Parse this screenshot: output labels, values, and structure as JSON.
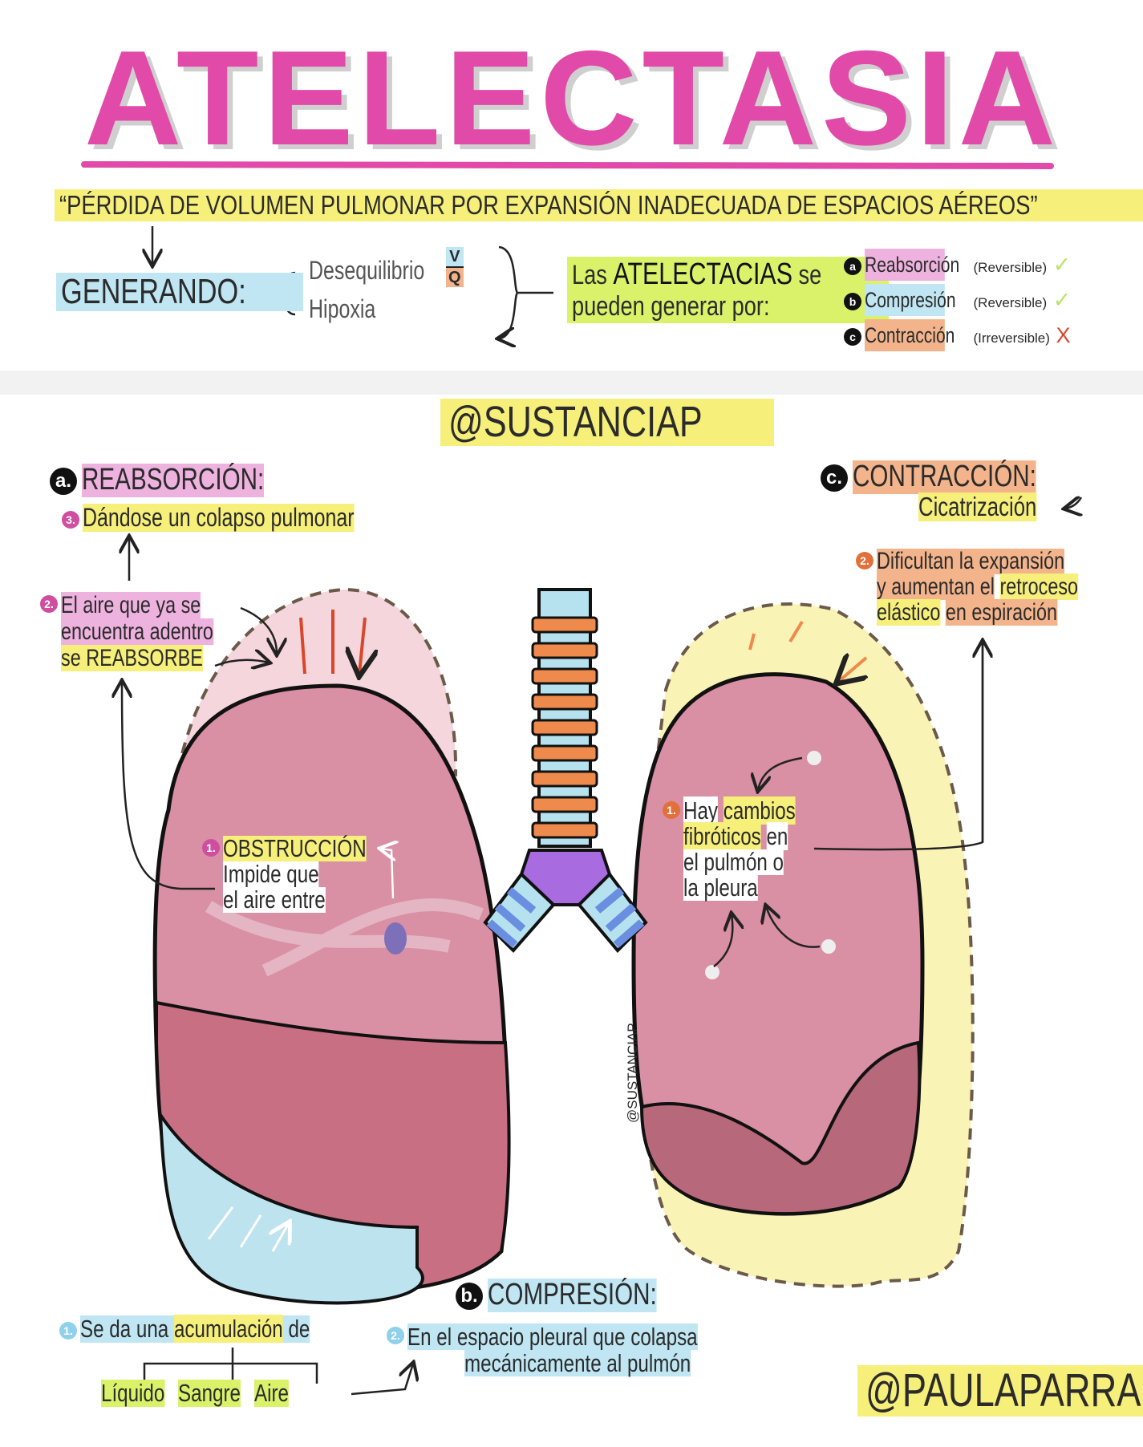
{
  "title": "ATELECTASIA",
  "definition": "“PÉRDIDA DE VOLUMEN PULMONAR POR EXPANSIÓN INADECUADA DE  ESPACIOS AÉREOS”",
  "generando": {
    "label": "GENERANDO:",
    "items": [
      "Desequilibrio",
      "Hipoxia"
    ],
    "ratio_top": "V",
    "ratio_bottom": "Q"
  },
  "causes_intro": {
    "pre": "Las",
    "strong": "ATELECTACIAS",
    "post": "se",
    "line2": "pueden generar por:"
  },
  "causes": [
    {
      "bullet": "a",
      "label": "Reabsorción",
      "note": "(Reversible)",
      "mark": "✓"
    },
    {
      "bullet": "b",
      "label": "Compresión",
      "note": "(Reversible)",
      "mark": "✓"
    },
    {
      "bullet": "c",
      "label": "Contracción",
      "note": "(Irreversible)",
      "mark": "X"
    }
  ],
  "watermark_top": "@SUSTANCIAP",
  "watermark_vertical": "@SUSTANCIAP",
  "reabsorcion": {
    "bullet": "a.",
    "heading": "REABSORCIÓN:",
    "step3_num": "3.",
    "step3": "Dándose un colapso pulmonar",
    "step2_num": "2.",
    "step2_lines": [
      "El aire que ya se",
      "encuentra adentro",
      "se REABSORBE"
    ],
    "step1_num": "1.",
    "step1_title": "OBSTRUCCIÓN",
    "step1_lines": [
      "Impide que",
      "el aire entre"
    ]
  },
  "contraccion": {
    "bullet": "c.",
    "heading": "CONTRACCIÓN:",
    "sub": "Cicatrización",
    "step2_num": "2.",
    "step2_lines": [
      "Dificultan la expansión",
      "y aumentan el",
      "retroceso",
      "elástico",
      "en espiración"
    ],
    "step1_num": "1.",
    "step1_lines": [
      "Hay",
      "cambios",
      "fibróticos",
      "en",
      "el pulmón o",
      "la pleura"
    ]
  },
  "compresion": {
    "bullet": "b.",
    "heading": "COMPRESIÓN:",
    "step1_num": "1.",
    "step1_pre": "Se da una",
    "step1_hl": "acumulación",
    "step1_post": "de",
    "types": [
      "Líquido",
      "Sangre",
      "Aire"
    ],
    "step2_num": "2.",
    "step2_lines": [
      "En el espacio pleural que colapsa",
      "mecánicamente al pulmón"
    ]
  },
  "author": "@PAULAPARRA",
  "colors": {
    "pink": "#e14aa8",
    "lung": "#d98fa4",
    "lung_dark": "#c46c82",
    "yellow": "#f6ef7a",
    "green": "#d9f26a",
    "blue": "#bfe6f2",
    "orange": "#ef8a4d",
    "purple": "#a86be0"
  }
}
